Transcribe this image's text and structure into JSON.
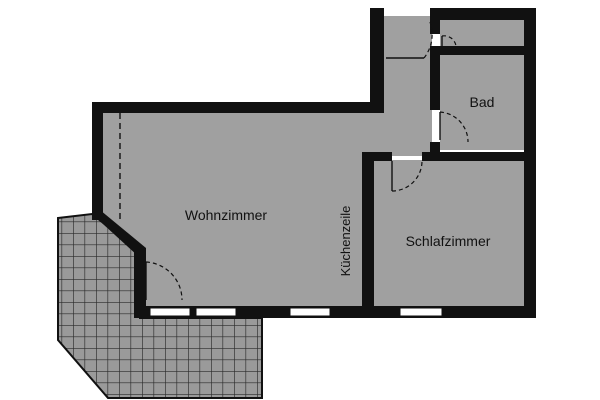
{
  "rooms": {
    "wohnzimmer": "Wohnzimmer",
    "kuechenzeile": "Küchenzeile",
    "schlafzimmer": "Schlafzimmer",
    "bad": "Bad"
  },
  "colors": {
    "floor": "#a0a0a0",
    "wall": "#111111",
    "balcony": "#9a9a9a",
    "balcony_grid": "#2a2a2a",
    "background": "#ffffff"
  },
  "balcony": {
    "tile_pattern": "square grid"
  }
}
